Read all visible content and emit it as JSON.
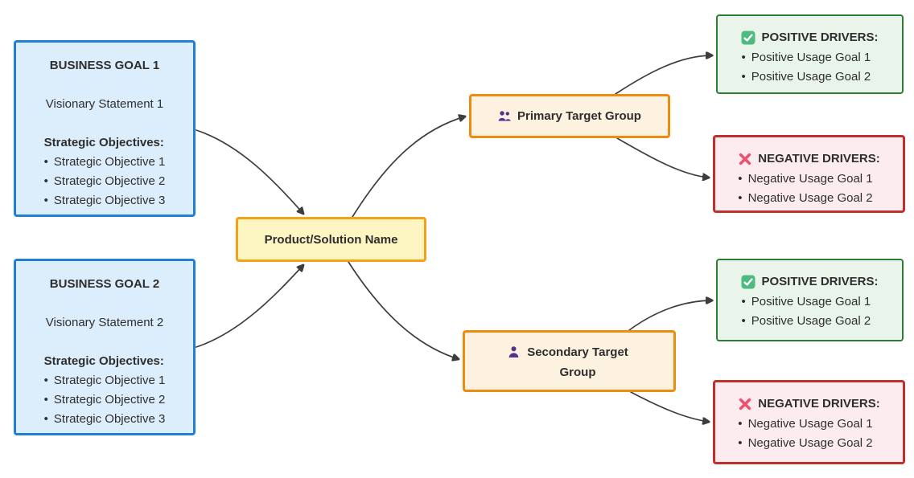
{
  "colors": {
    "background": "#ffffff",
    "text": "#2e2e2e",
    "edge": "#3d3d3d",
    "goal_border": "#2080d6",
    "goal_fill": "#dcedfb",
    "product_border": "#f5a017",
    "product_fill": "#fdf6c2",
    "group_border": "#ef8b0e",
    "group_fill": "#fdf1e0",
    "positive_border": "#2e7d32",
    "positive_fill": "#e9f5ea",
    "negative_border": "#c0302c",
    "negative_fill": "#fdecef",
    "icon_purple": "#55308d",
    "icon_check_green": "#4dba80",
    "icon_x_pink": "#ee5170"
  },
  "goals": [
    {
      "title": "BUSINESS GOAL 1",
      "vision": "Visionary Statement 1",
      "objectives_label": "Strategic Objectives:",
      "objectives": [
        "Strategic Objective 1",
        "Strategic Objective 2",
        "Strategic Objective 3"
      ]
    },
    {
      "title": "BUSINESS GOAL 2",
      "vision": "Visionary Statement 2",
      "objectives_label": "Strategic Objectives:",
      "objectives": [
        "Strategic Objective 1",
        "Strategic Objective 2",
        "Strategic Objective 3"
      ]
    }
  ],
  "product": {
    "label": "Product/Solution Name"
  },
  "target_groups": [
    {
      "label": "Primary Target Group",
      "icon": "users-icon"
    },
    {
      "label": "Secondary Target Group",
      "icon": "user-icon"
    }
  ],
  "drivers": [
    {
      "kind": "positive",
      "icon": "check-icon",
      "title": "POSITIVE DRIVERS:",
      "items": [
        "Positive Usage Goal 1",
        "Positive Usage Goal 2"
      ]
    },
    {
      "kind": "negative",
      "icon": "x-icon",
      "title": "NEGATIVE DRIVERS:",
      "items": [
        "Negative Usage Goal 1",
        "Negative Usage Goal 2"
      ]
    },
    {
      "kind": "positive",
      "icon": "check-icon",
      "title": "POSITIVE DRIVERS:",
      "items": [
        "Positive Usage Goal 1",
        "Positive Usage Goal 2"
      ]
    },
    {
      "kind": "negative",
      "icon": "x-icon",
      "title": "NEGATIVE DRIVERS:",
      "items": [
        "Negative Usage Goal 1",
        "Negative Usage Goal 2"
      ]
    }
  ]
}
